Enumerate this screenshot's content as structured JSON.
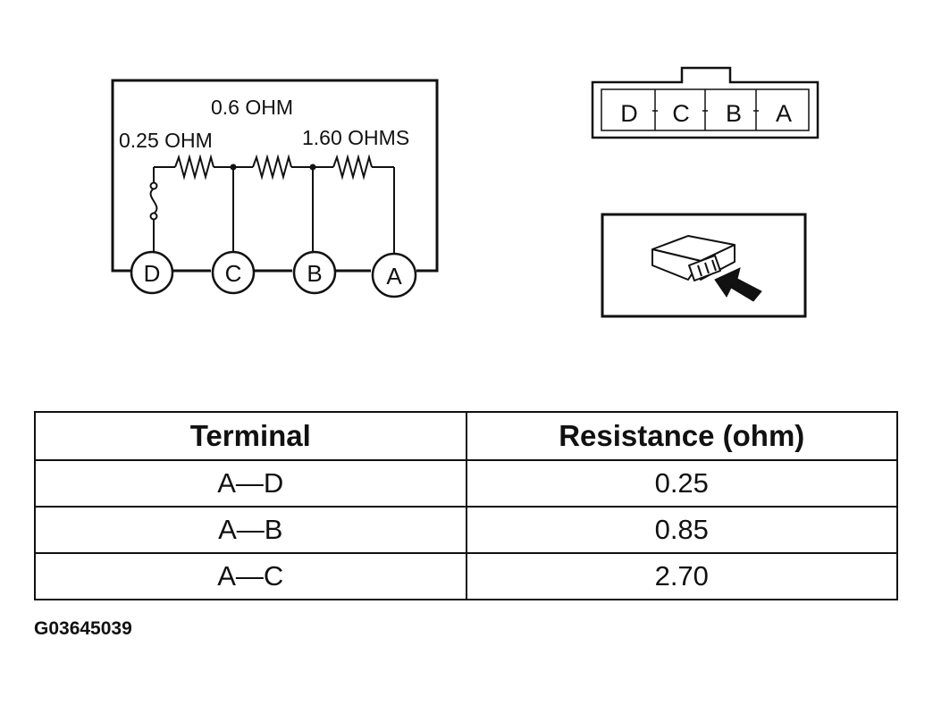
{
  "schematic": {
    "resistors": [
      {
        "value_label": "0.25 OHM"
      },
      {
        "value_label": "0.6 OHM"
      },
      {
        "value_label": "1.60 OHMS"
      }
    ],
    "terminals": [
      "D",
      "C",
      "B",
      "A"
    ]
  },
  "connector_face": {
    "cavities": [
      "D",
      "C",
      "B",
      "A"
    ]
  },
  "connector_view": {
    "arrow_icon": "arrow-pointing-to-connector-icon",
    "connector_icon": "connector-housing-icon"
  },
  "table": {
    "headers": [
      "Terminal",
      "Resistance (ohm)"
    ],
    "rows": [
      {
        "terminal": "A—D",
        "resistance": "0.25"
      },
      {
        "terminal": "A—B",
        "resistance": "0.85"
      },
      {
        "terminal": "A—C",
        "resistance": "2.70"
      }
    ]
  },
  "figure_code": "G03645039"
}
